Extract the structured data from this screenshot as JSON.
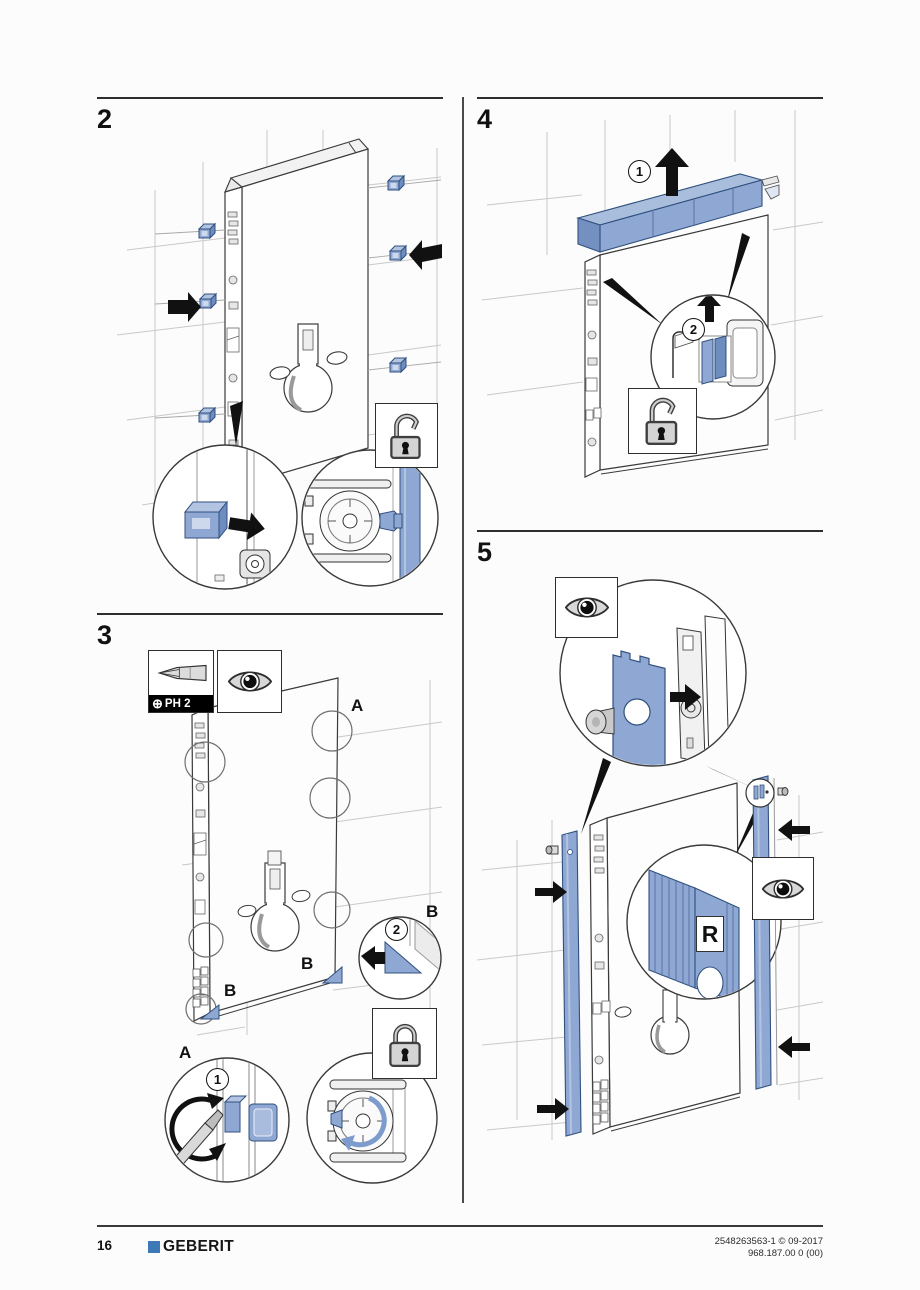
{
  "document": {
    "type": "installation-manual-page",
    "colors": {
      "accent_blue": "#8FA8D3",
      "accent_blue_light": "#B3C4E2",
      "accent_blue_dark": "#30507E",
      "logo_blue": "#3D79B7",
      "outline_dark": "#3A3A3A",
      "tile_gray": "#C9C9C9",
      "lock_gray": "#D4D4D4"
    }
  },
  "steps": {
    "step2": {
      "number": "2",
      "lock_state": "unlocked"
    },
    "step3": {
      "number": "3",
      "tool_symbol": "⊕",
      "tool_label": "PH 2",
      "label_a_top": "A",
      "label_a_bottom": "A",
      "label_b_callout": "B",
      "label_b_mid": "B",
      "label_b_bottom": "B",
      "callout_1": "1",
      "callout_2": "2",
      "lock_state": "locked"
    },
    "step4": {
      "number": "4",
      "callout_1": "1",
      "callout_2": "2",
      "lock_state": "unlocked"
    },
    "step5": {
      "number": "5",
      "panel_marking": "R"
    }
  },
  "footer": {
    "page_number": "16",
    "brand": "GEBERIT",
    "doc_ref_line1": "2548263563-1 © 09-2017",
    "doc_ref_line2": "968.187.00 0 (00)"
  }
}
